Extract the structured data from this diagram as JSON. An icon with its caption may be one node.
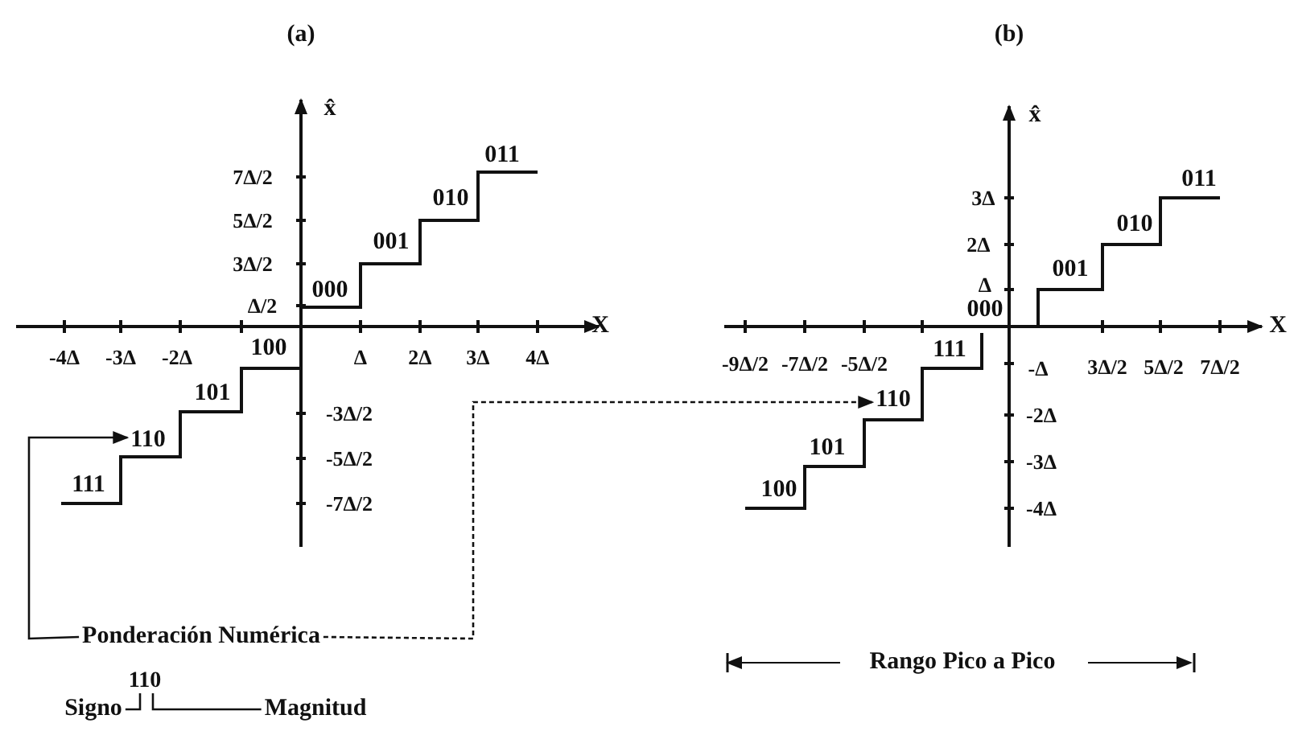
{
  "diagram": {
    "nodes": [
      {
        "text": [
          "Ponderación Numérica"
        ]
      },
      {
        "text": [
          "110"
        ]
      },
      {
        "text": [
          "110"
        ]
      },
      {
        "text": [
          "110"
        ]
      },
      {
        "text": [
          "Signo"
        ]
      },
      {
        "text": [
          "Magnitud"
        ]
      }
    ],
    "edges": [
      {
        "from": 0,
        "to": 1,
        "arrow": "to"
      },
      {
        "from": 0,
        "to": 2,
        "arrow": "to",
        "style": "dashed"
      },
      {
        "from": 4,
        "to": 3,
        "arrow": "none"
      },
      {
        "from": 5,
        "to": 3,
        "arrow": "none"
      }
    ],
    "labels": [
      "(a)",
      "(b)",
      "x̂",
      "X",
      "7Δ/2",
      "011",
      "5Δ/2",
      "010",
      "3Δ/2",
      "001",
      "Δ/2",
      "000",
      "-4Δ",
      "-3Δ",
      "-2Δ",
      "100",
      "Δ",
      "2Δ",
      "3Δ",
      "4Δ",
      "101",
      "-3Δ/2",
      "-5Δ/2",
      "-7Δ/2",
      "111",
      "x̂",
      "011",
      "3Δ",
      "010",
      "2Δ",
      "001",
      "Δ",
      "000",
      "X",
      "-9Δ/2",
      "-7Δ/2",
      "-5Δ/2",
      "111",
      "-Δ",
      "3Δ/2",
      "5Δ/2",
      "7Δ/2",
      "-2Δ",
      "-3Δ",
      "101",
      "-4Δ",
      "100",
      "Rango Pico a Pico"
    ]
  }
}
